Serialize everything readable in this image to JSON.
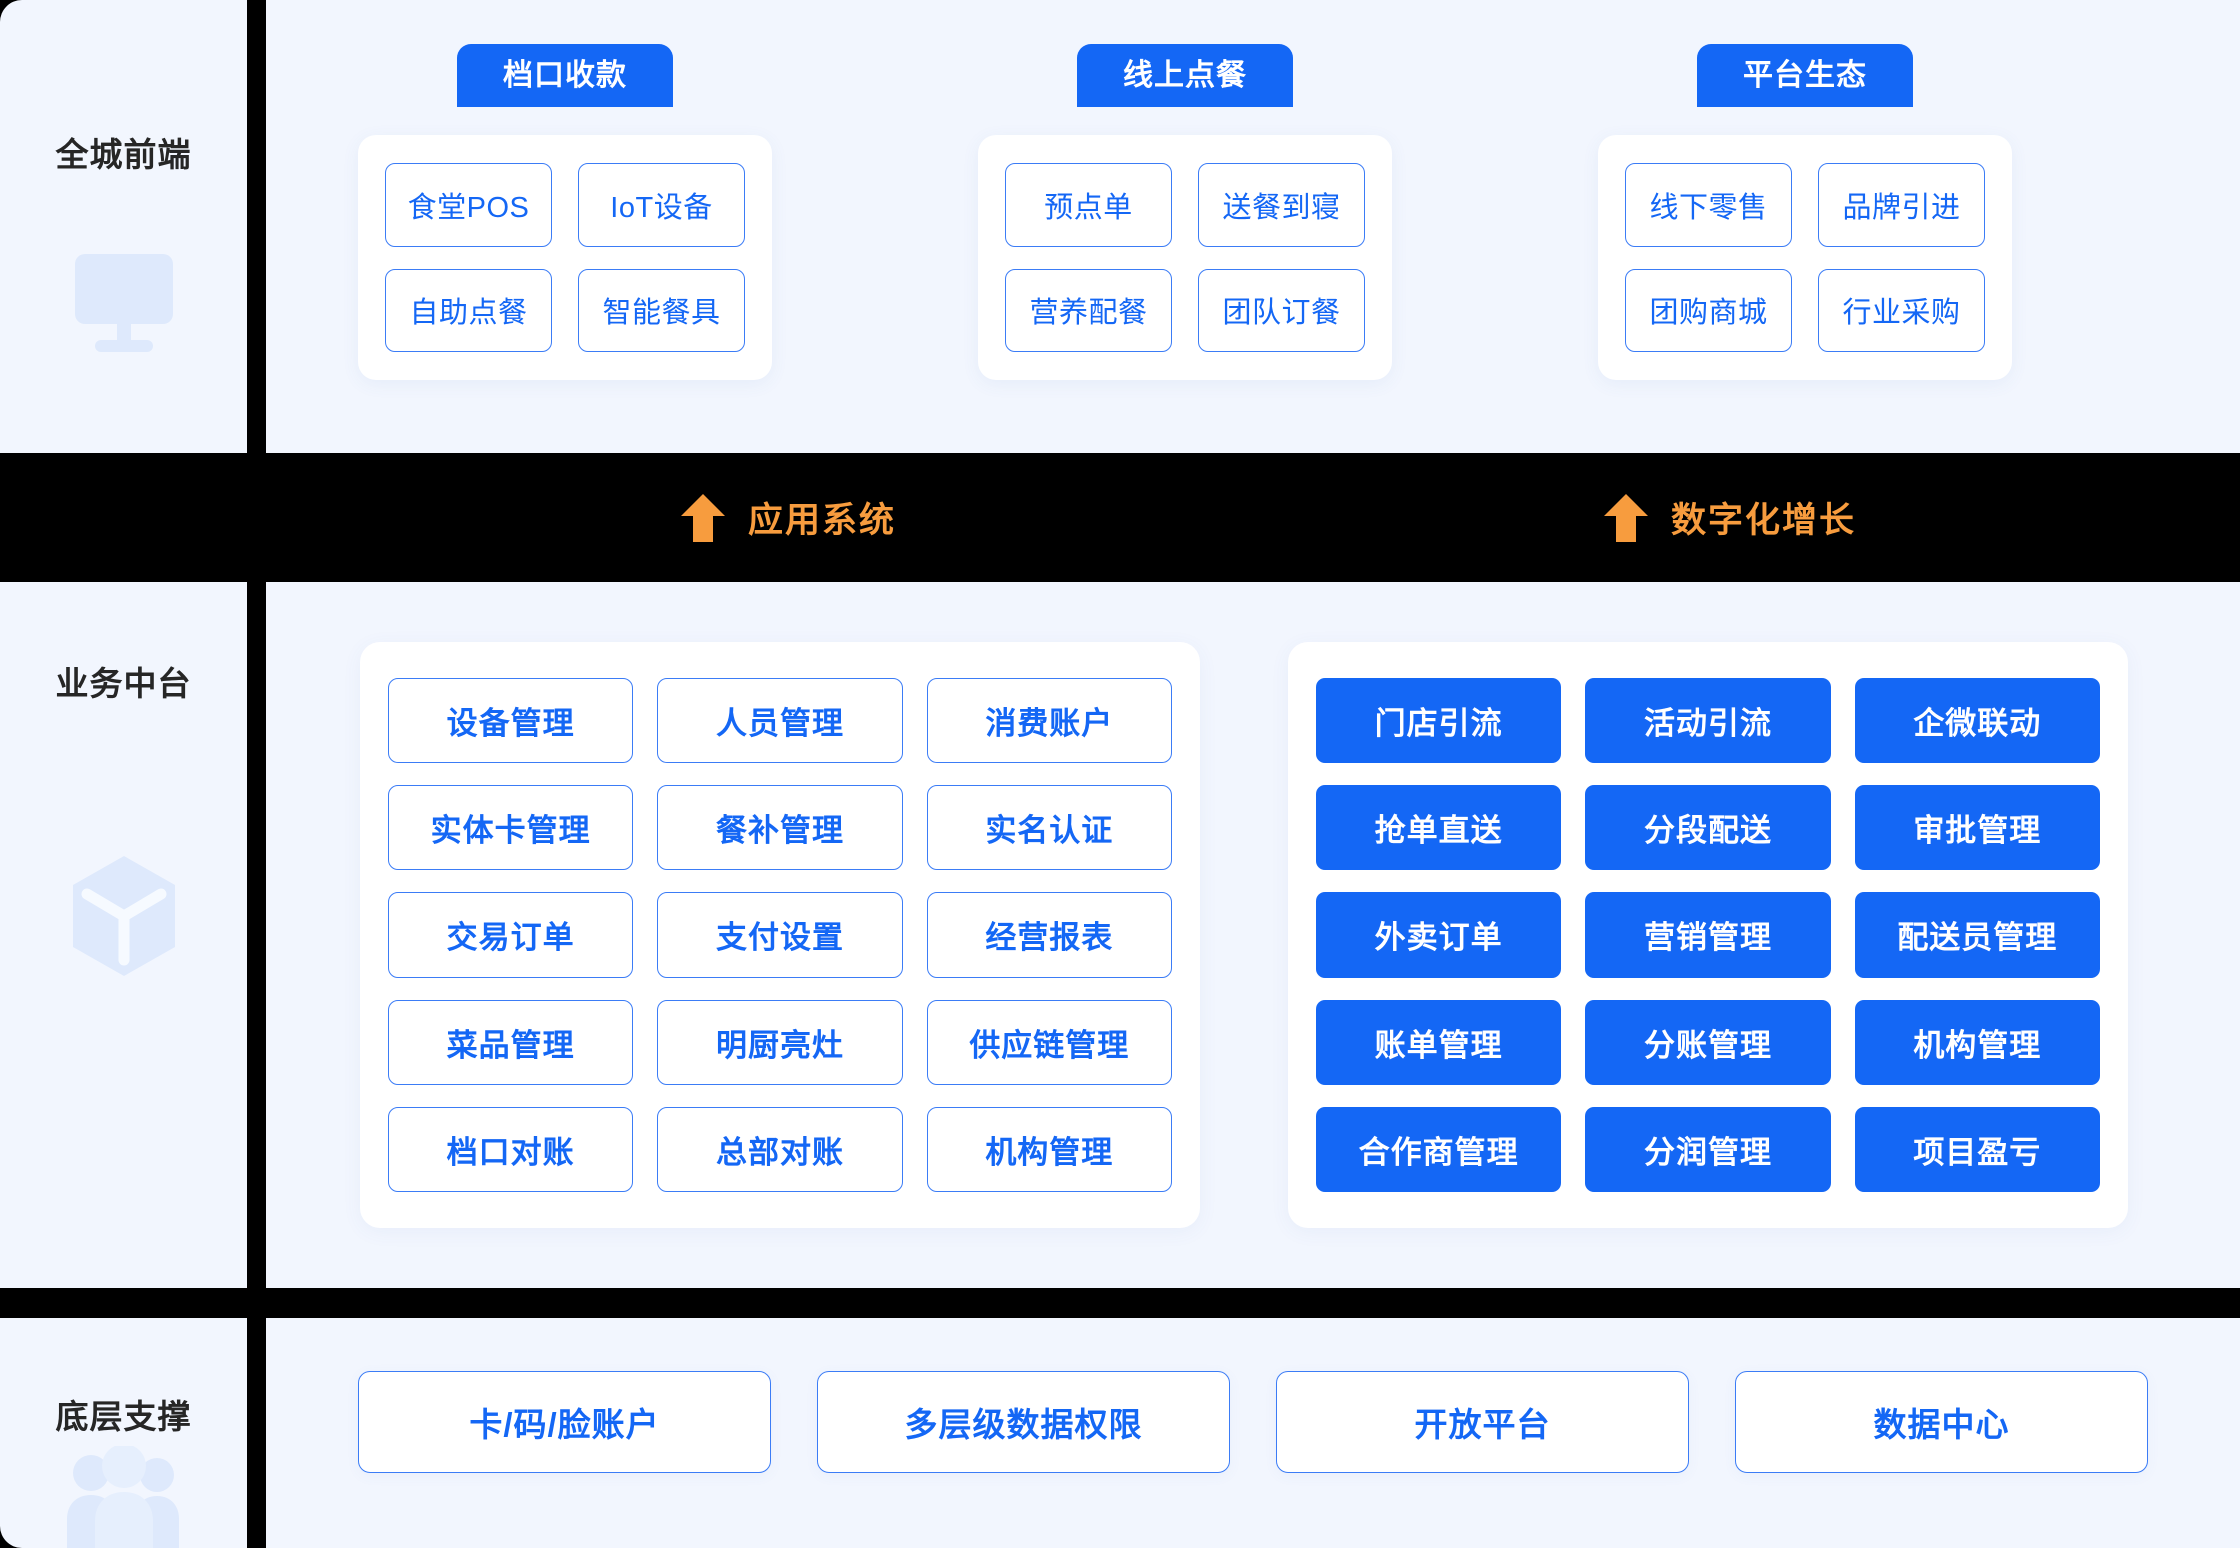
{
  "colors": {
    "primary_blue": "#1467F5",
    "chip_border": "#3B7CF6",
    "panel_bg": "#F2F6FE",
    "band_black": "#000000",
    "arrow_orange": "#F79C3E",
    "rail_text": "#262626"
  },
  "rails": [
    {
      "label": "全城前端",
      "icon": "monitor-icon"
    },
    {
      "label": "业务中台",
      "icon": "cube-icon"
    },
    {
      "label": "底层支撑",
      "icon": "users-icon"
    }
  ],
  "frontend": {
    "groups": [
      {
        "title": "档口收款",
        "items": [
          "食堂POS",
          "IoT设备",
          "自助点餐",
          "智能餐具"
        ]
      },
      {
        "title": "线上点餐",
        "items": [
          "预点单",
          "送餐到寝",
          "营养配餐",
          "团队订餐"
        ]
      },
      {
        "title": "平台生态",
        "items": [
          "线下零售",
          "品牌引进",
          "团购商城",
          "行业采购"
        ]
      }
    ]
  },
  "band": {
    "arrows": [
      {
        "label": "应用系统",
        "icon": "up-arrow-icon"
      },
      {
        "label": "数字化增长",
        "icon": "up-arrow-icon"
      }
    ]
  },
  "midplatform": {
    "left_card": {
      "items": [
        "设备管理",
        "人员管理",
        "消费账户",
        "实体卡管理",
        "餐补管理",
        "实名认证",
        "交易订单",
        "支付设置",
        "经营报表",
        "菜品管理",
        "明厨亮灶",
        "供应链管理",
        "档口对账",
        "总部对账",
        "机构管理"
      ]
    },
    "right_card": {
      "items": [
        "门店引流",
        "活动引流",
        "企微联动",
        "抢单直送",
        "分段配送",
        "审批管理",
        "外卖订单",
        "营销管理",
        "配送员管理",
        "账单管理",
        "分账管理",
        "机构管理",
        "合作商管理",
        "分润管理",
        "项目盈亏"
      ]
    }
  },
  "foundation": {
    "items": [
      "卡/码/脸账户",
      "多层级数据权限",
      "开放平台",
      "数据中心"
    ]
  }
}
